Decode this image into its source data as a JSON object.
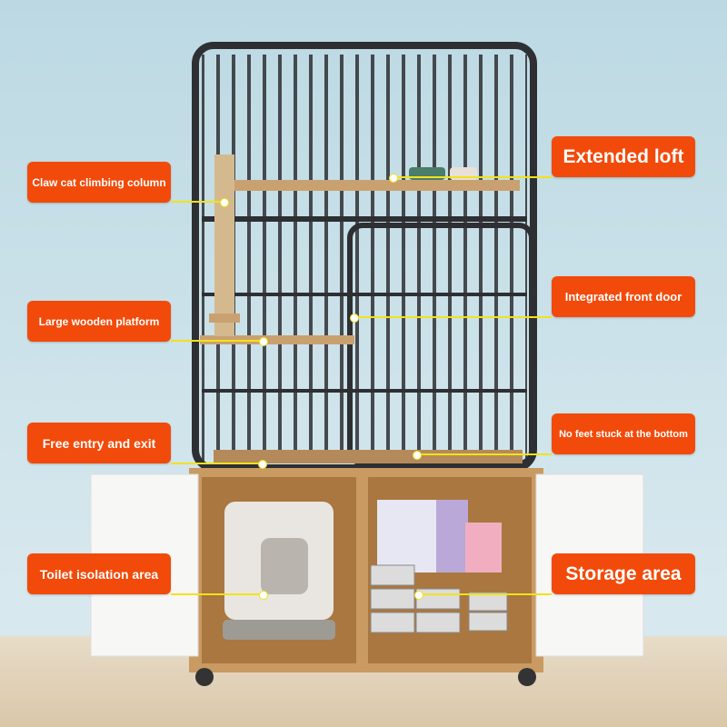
{
  "callouts": {
    "claw_column": "Claw cat climbing column",
    "wooden_platform": "Large wooden platform",
    "free_entry": "Free entry and exit",
    "toilet_area": "Toilet isolation area",
    "extended_loft": "Extended loft",
    "front_door": "Integrated front door",
    "no_feet": "No feet stuck at the bottom",
    "storage_area": "Storage area"
  },
  "colors": {
    "label_bg": "#f24a0a",
    "leader_line": "#f2e21a",
    "background": "#cfe3ea"
  }
}
